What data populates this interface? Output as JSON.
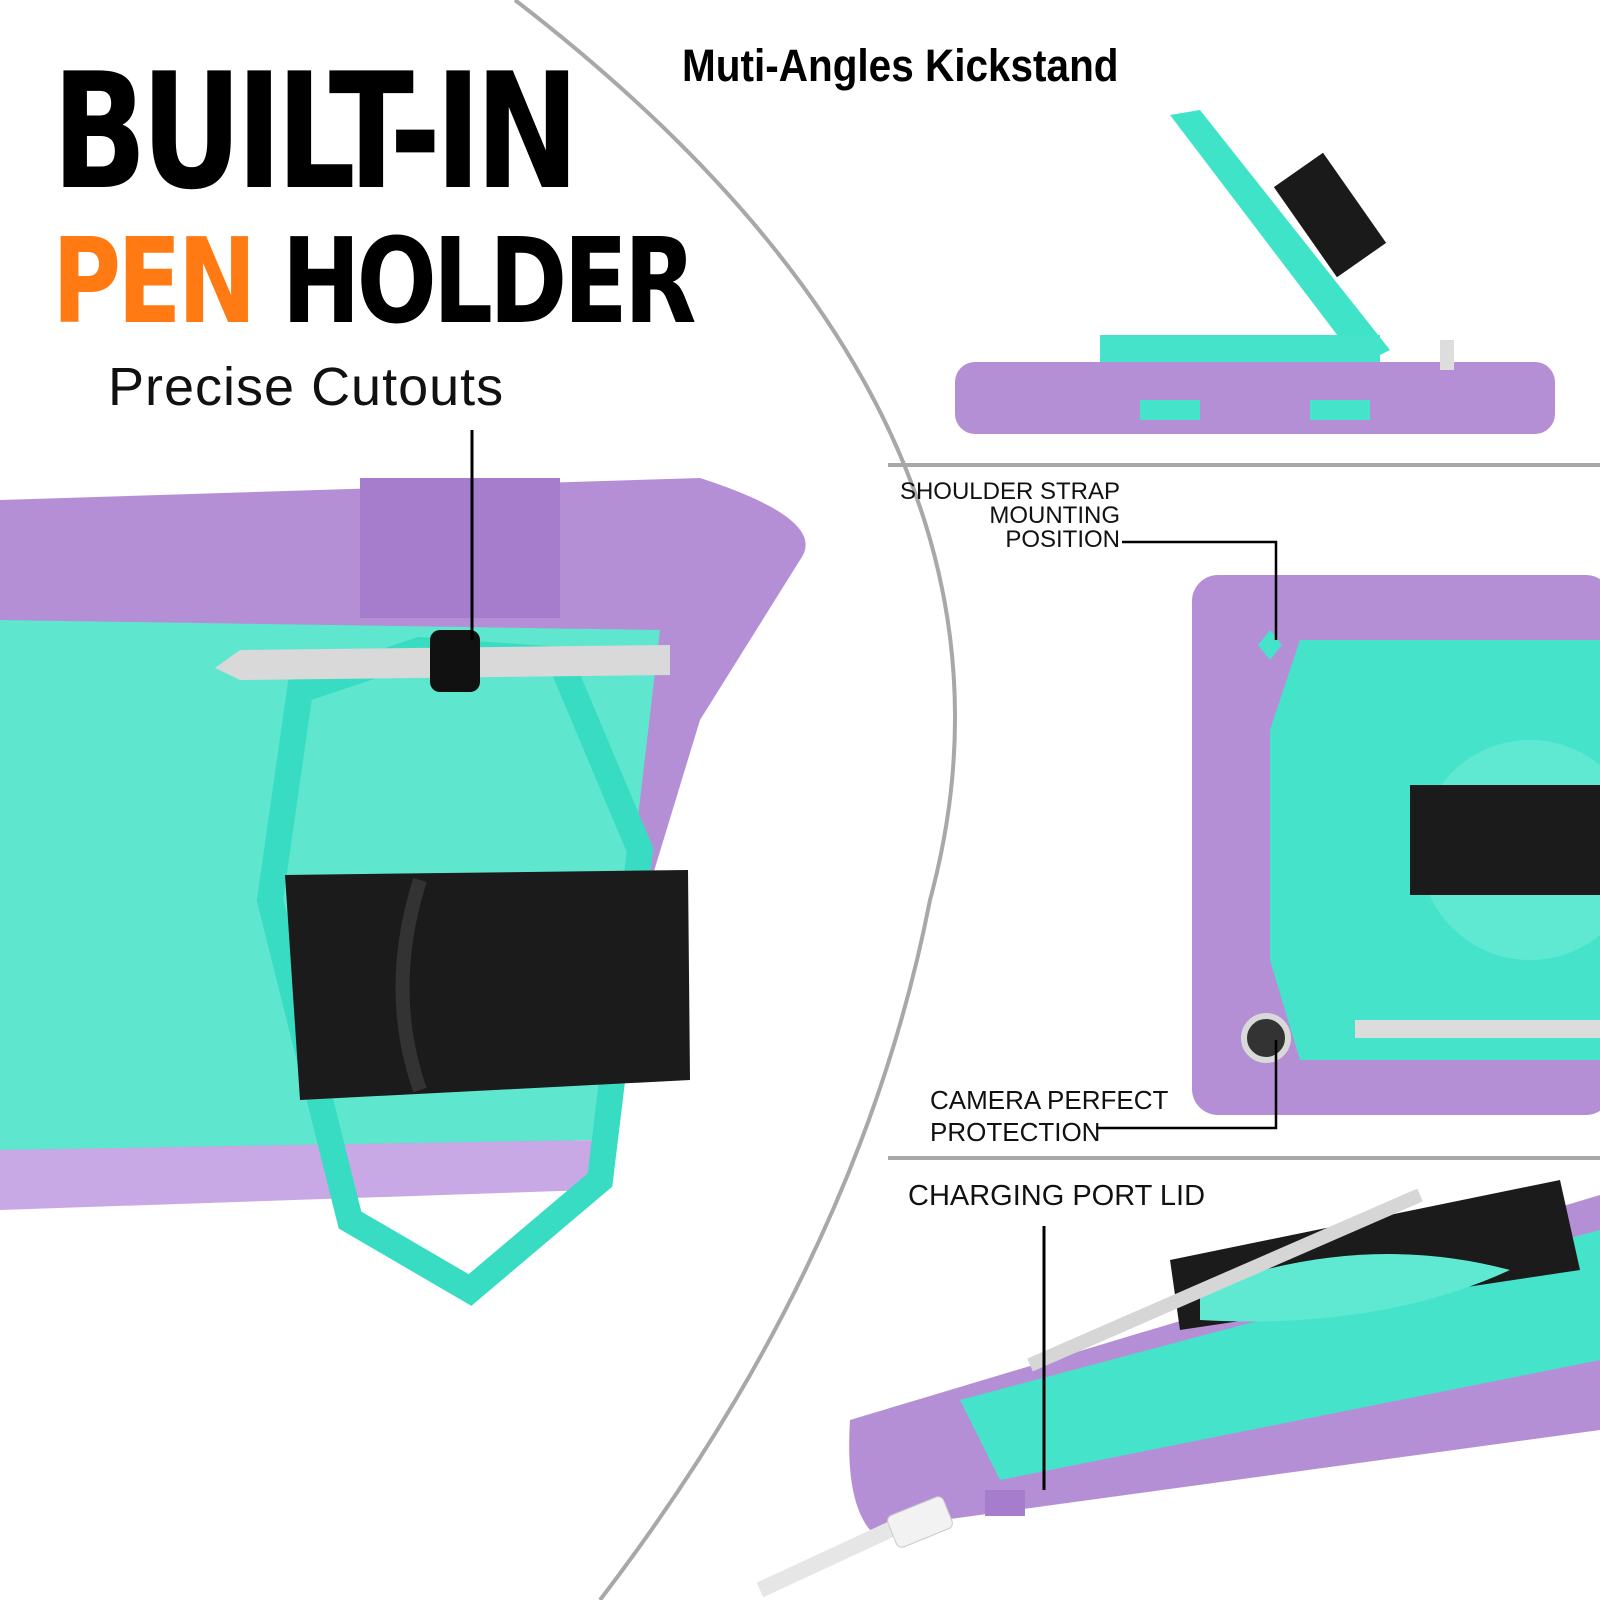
{
  "headline": {
    "line1": "BUILT-IN",
    "line2_accent": "PEN",
    "line2_rest": "HOLDER",
    "subtitle": "Precise Cutouts"
  },
  "kickstand": {
    "title": "Muti-Angles Kickstand"
  },
  "callouts": {
    "shoulder_strap": [
      "SHOULDER STRAP",
      "MOUNTING",
      "POSITION"
    ],
    "camera": [
      "CAMERA PERFECT",
      "PROTECTION"
    ],
    "charging": "CHARGING PORT LID"
  },
  "colors": {
    "accent": "#ff7a12",
    "purple": "#b48fd6",
    "teal": "#3fe3c8",
    "strap": "#1a1a1a"
  }
}
